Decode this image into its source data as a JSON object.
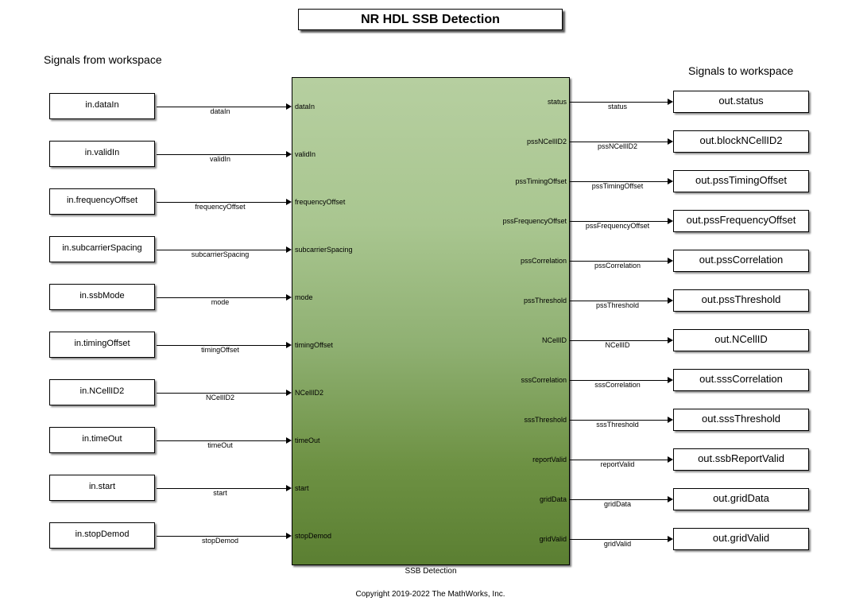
{
  "title": "NR HDL SSB Detection",
  "left_section_label": "Signals from workspace",
  "right_section_label": "Signals to workspace",
  "main_block": {
    "name": "SSB Detection",
    "fill_top": "#b6cfa0",
    "fill_bottom": "#5b7f32"
  },
  "inputs": [
    {
      "source": "in.dataIn",
      "signal": "dataIn",
      "port": "dataIn"
    },
    {
      "source": "in.validIn",
      "signal": "validIn",
      "port": "validIn"
    },
    {
      "source": "in.frequencyOffset",
      "signal": "frequencyOffset",
      "port": "frequencyOffset"
    },
    {
      "source": "in.subcarrierSpacing",
      "signal": "subcarrierSpacing",
      "port": "subcarrierSpacing"
    },
    {
      "source": "in.ssbMode",
      "signal": "mode",
      "port": "mode"
    },
    {
      "source": "in.timingOffset",
      "signal": "timingOffset",
      "port": "timingOffset"
    },
    {
      "source": "in.NCellID2",
      "signal": "NCellID2",
      "port": "NCellID2"
    },
    {
      "source": "in.timeOut",
      "signal": "timeOut",
      "port": "timeOut"
    },
    {
      "source": "in.start",
      "signal": "start",
      "port": "start"
    },
    {
      "source": "in.stopDemod",
      "signal": "stopDemod",
      "port": "stopDemod"
    }
  ],
  "outputs": [
    {
      "port": "status",
      "signal": "status",
      "sink": "out.status"
    },
    {
      "port": "pssNCellID2",
      "signal": "pssNCellID2",
      "sink": "out.blockNCellID2"
    },
    {
      "port": "pssTimingOffset",
      "signal": "pssTimingOffset",
      "sink": "out.pssTimingOffset"
    },
    {
      "port": "pssFrequencyOffset",
      "signal": "pssFrequencyOffset",
      "sink": "out.pssFrequencyOffset"
    },
    {
      "port": "pssCorrelation",
      "signal": "pssCorrelation",
      "sink": "out.pssCorrelation"
    },
    {
      "port": "pssThreshold",
      "signal": "pssThreshold",
      "sink": "out.pssThreshold"
    },
    {
      "port": "NCellID",
      "signal": "NCellID",
      "sink": "out.NCellID"
    },
    {
      "port": "sssCorrelation",
      "signal": "sssCorrelation",
      "sink": "out.sssCorrelation"
    },
    {
      "port": "sssThreshold",
      "signal": "sssThreshold",
      "sink": "out.sssThreshold"
    },
    {
      "port": "reportValid",
      "signal": "reportValid",
      "sink": "out.ssbReportValid"
    },
    {
      "port": "gridData",
      "signal": "gridData",
      "sink": "out.gridData"
    },
    {
      "port": "gridValid",
      "signal": "gridValid",
      "sink": "out.gridValid"
    }
  ],
  "copyright": "Copyright 2019-2022 The MathWorks, Inc."
}
